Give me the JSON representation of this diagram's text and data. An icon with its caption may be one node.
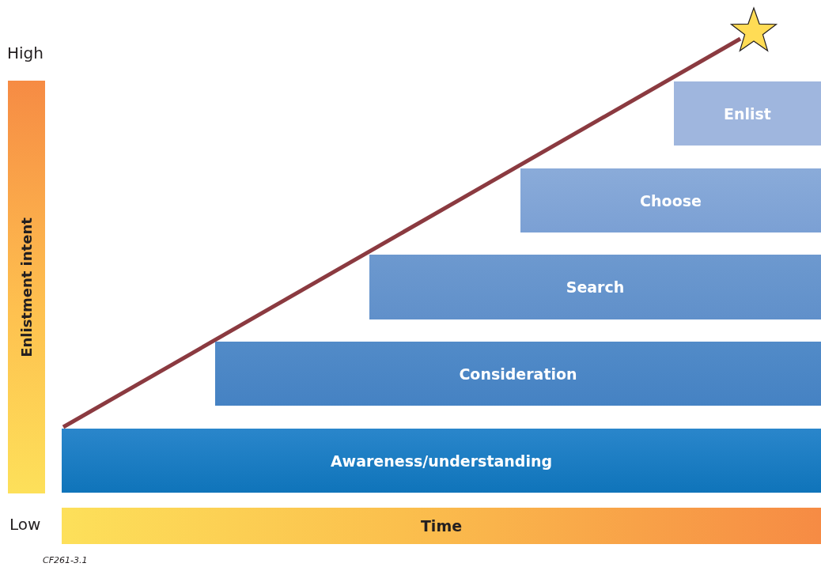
{
  "diagram": {
    "nodes": [
      {
        "text": [],
        "shape": "star"
      },
      {
        "text": [
          "Enlistment intent"
        ]
      },
      {
        "text": [
          "Enlist"
        ]
      },
      {
        "text": [
          "Choose"
        ]
      },
      {
        "text": [
          "Search"
        ]
      },
      {
        "text": [
          "Consideration"
        ]
      },
      {
        "text": [
          "Awareness/understanding"
        ]
      },
      {
        "text": [
          "Time"
        ]
      }
    ],
    "edges": [
      {
        "from": 6,
        "to": 0,
        "arrow": "none",
        "color": "#8b3a40"
      }
    ],
    "labels": [
      "High",
      "Low",
      "CF261-3.1"
    ]
  }
}
